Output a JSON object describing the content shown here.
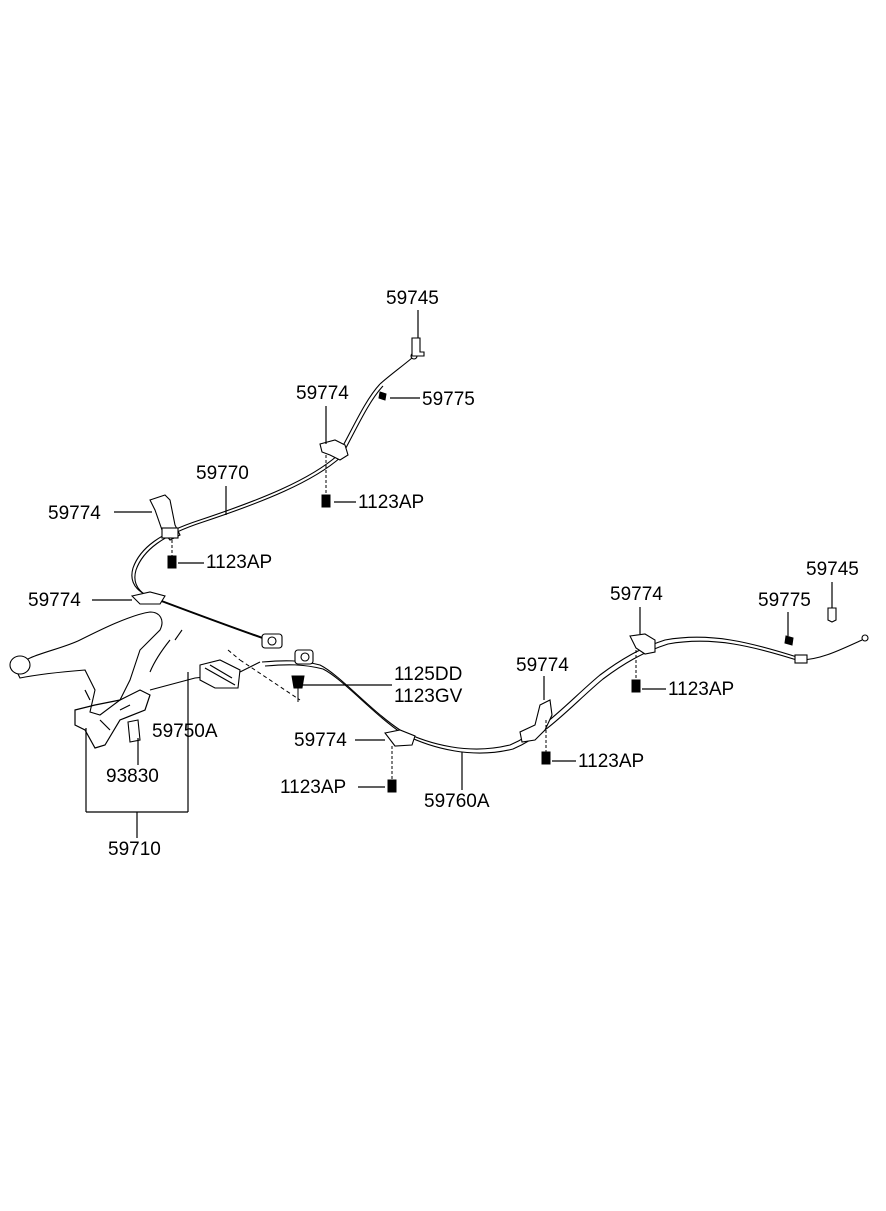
{
  "labels": {
    "l59745_top": "59745",
    "l59774_top": "59774",
    "l59775_top": "59775",
    "l59770": "59770",
    "l59774_left": "59774",
    "l1123AP_a": "1123AP",
    "l1123AP_b": "1123AP",
    "l59774_mid": "59774",
    "l59745_right": "59745",
    "l59775_right": "59775",
    "l59774_right": "59774",
    "l1123AP_right": "1123AP",
    "l1125DD": "1125DD",
    "l1123GV": "1123GV",
    "l59774_center": "59774",
    "l59750A": "59750A",
    "l59774_low": "59774",
    "l1123AP_c": "1123AP",
    "l93830": "93830",
    "l1123AP_d": "1123AP",
    "l59760A": "59760A",
    "l59710": "59710"
  }
}
